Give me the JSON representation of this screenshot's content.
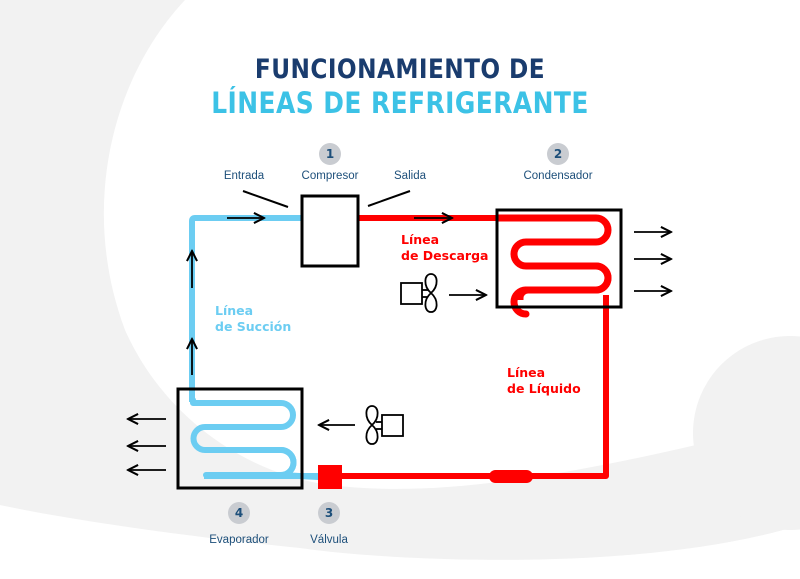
{
  "title": {
    "line1": "FUNCIONAMIENTO DE",
    "line2": "LÍNEAS DE REFRIGERANTE"
  },
  "components": [
    {
      "number": "1",
      "label": "Compresor"
    },
    {
      "number": "2",
      "label": "Condensador"
    },
    {
      "number": "3",
      "label": "Válvula"
    },
    {
      "number": "4",
      "label": "Evaporador"
    }
  ],
  "ports": {
    "inlet": "Entrada",
    "outlet": "Salida"
  },
  "lines": {
    "discharge": {
      "line1": "Línea",
      "line2": "de Descarga"
    },
    "liquid": {
      "line1": "Línea",
      "line2": "de Líquido"
    },
    "suction": {
      "line1": "Línea",
      "line2": "de Succión"
    }
  },
  "colors": {
    "hot_line": "#ff0000",
    "cold_line": "#6ccdf2",
    "title_dark": "#1a3c6e",
    "title_light": "#3cc2e6",
    "label_text": "#1d4f7a",
    "badge": "#c9ccd1",
    "background_shape": "#f2f2f2"
  }
}
